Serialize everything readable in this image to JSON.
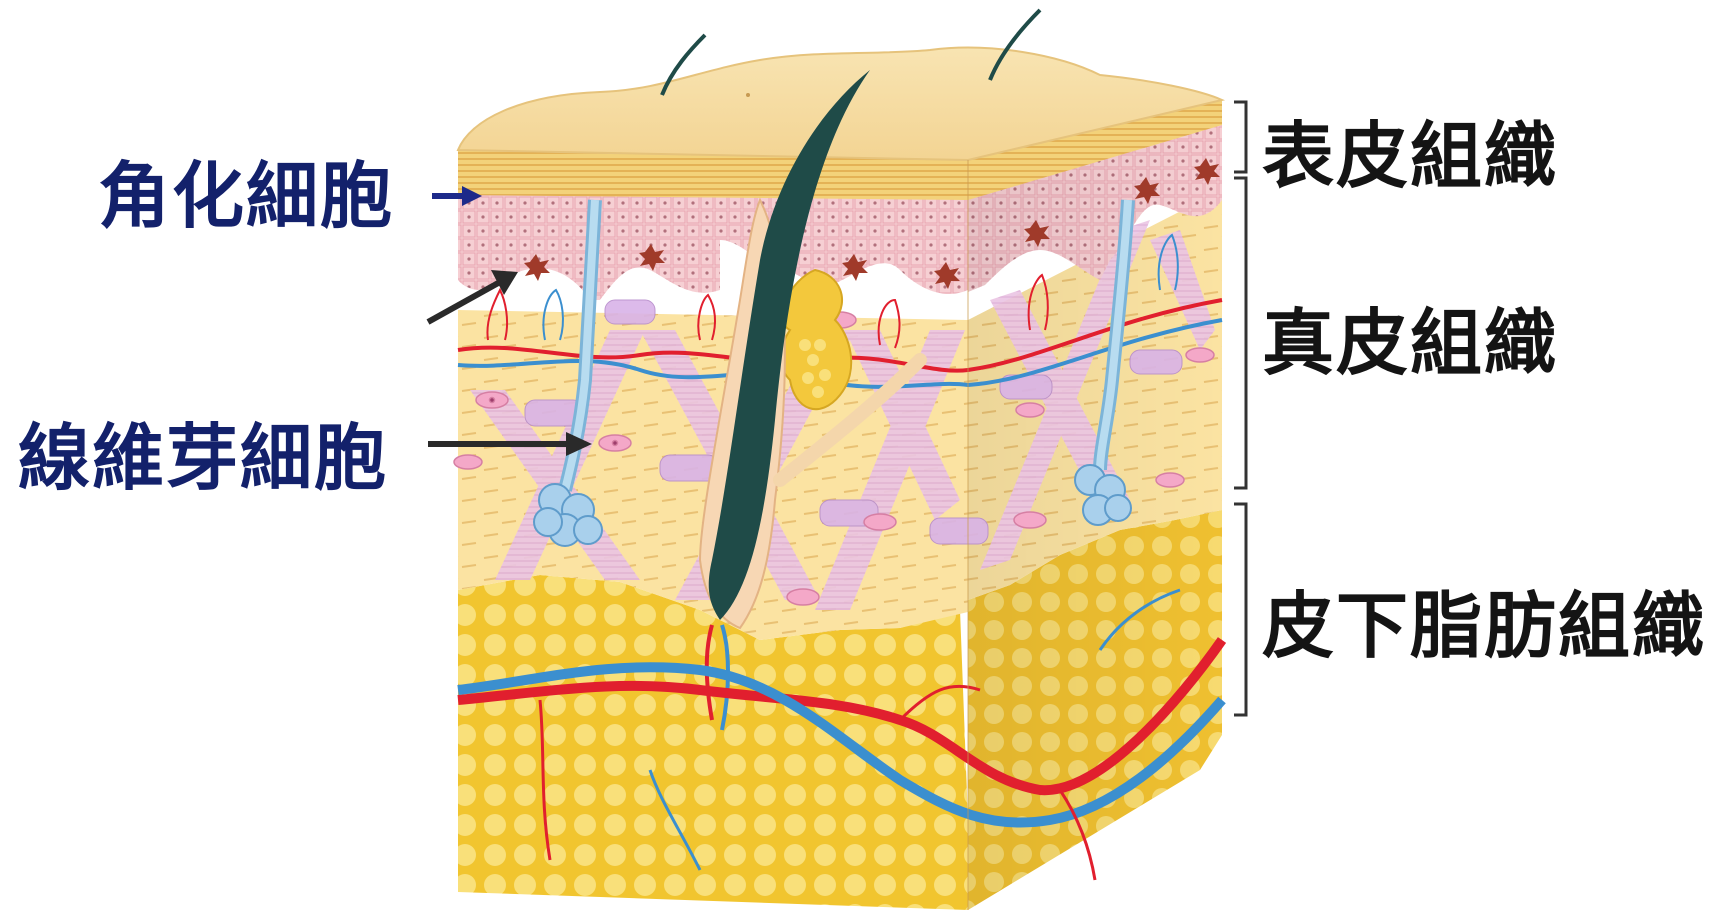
{
  "labels": {
    "keratinocyte": "角化細胞",
    "fibroblast": "線維芽細胞",
    "epidermis": "表皮組織",
    "dermis": "真皮組織",
    "subcutaneous_fat": "皮下脂肪組織"
  },
  "colors": {
    "left_label_text": "#13216b",
    "right_label_text": "#141414",
    "epidermis_surface": "#f7dfa5",
    "epidermis_cells": "#f4c8cc",
    "dermis": "#fbe6a6",
    "collagen_bundles": "#e7bedf",
    "fat_lobules": "#f3cc34",
    "artery": "#e11f2e",
    "vein": "#3b8fcf",
    "hair": "#1f4b48"
  }
}
